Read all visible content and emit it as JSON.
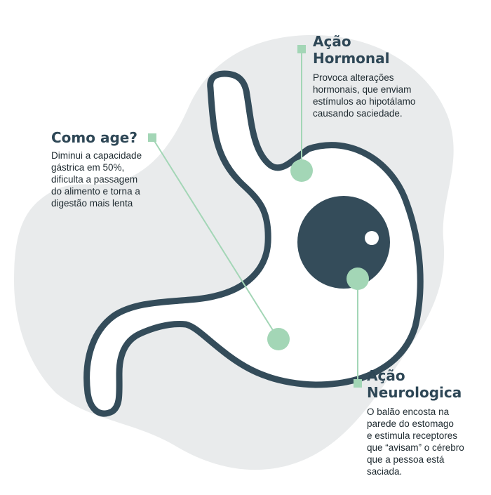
{
  "colors": {
    "blob": "#e9ebec",
    "stomach_outline": "#344c5a",
    "balloon": "#344c5a",
    "highlight": "#ffffff",
    "accent": "#a3d6b6",
    "connector": "#a3d6b6",
    "title": "#2e4756",
    "text": "#1e2a30"
  },
  "callouts": {
    "how": {
      "title": [
        "Como age?"
      ],
      "desc": [
        "Diminui a capacidade",
        "gástrica em 50%,",
        "dificulta a passagem",
        "do alimento e torna a",
        "digestão mais lenta"
      ]
    },
    "hormonal": {
      "title": [
        "Ação",
        "Hormonal"
      ],
      "desc": [
        "Provoca alterações",
        "hormonais, que enviam",
        "estímulos ao hipotálamo",
        "causando saciedade."
      ]
    },
    "neuro": {
      "title": [
        "Ação",
        "Neurologica"
      ],
      "desc": [
        "O balão encosta na",
        "parede do estomago",
        "e estimula receptores",
        "que “avisam” o cérebro",
        "que a pessoa está",
        "saciada."
      ]
    }
  }
}
